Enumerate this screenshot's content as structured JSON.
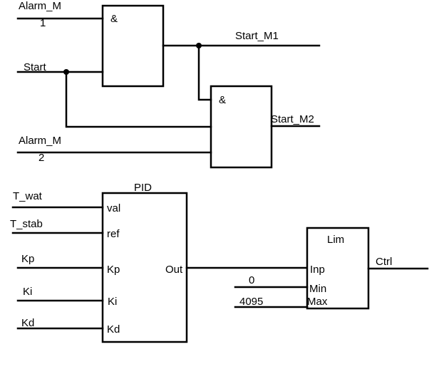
{
  "logic": {
    "and_gate_1": {
      "symbol": "&"
    },
    "and_gate_2": {
      "symbol": "&"
    },
    "inputs": {
      "alarm_m1": {
        "line1": "Alarm_M",
        "line2": "1"
      },
      "start": "Start",
      "alarm_m2": {
        "line1": "Alarm_M",
        "line2": "2"
      }
    },
    "outputs": {
      "start_m1": "Start_M1",
      "start_m2": "Start_M2"
    }
  },
  "pid": {
    "title": "PID",
    "ports": {
      "val": "val",
      "ref": "ref",
      "kp": "Kp",
      "ki": "Ki",
      "kd": "Kd",
      "out": "Out"
    },
    "signals": {
      "t_wat": "T_wat",
      "t_stab": "T_stab",
      "kp": "Kp",
      "ki": "Ki",
      "kd": "Kd"
    }
  },
  "lim": {
    "title": "Lim",
    "ports": {
      "inp": "Inp",
      "min": "Min",
      "max": "Max"
    },
    "constants": {
      "min_value": "0",
      "max_value": "4095"
    },
    "output": "Ctrl"
  }
}
